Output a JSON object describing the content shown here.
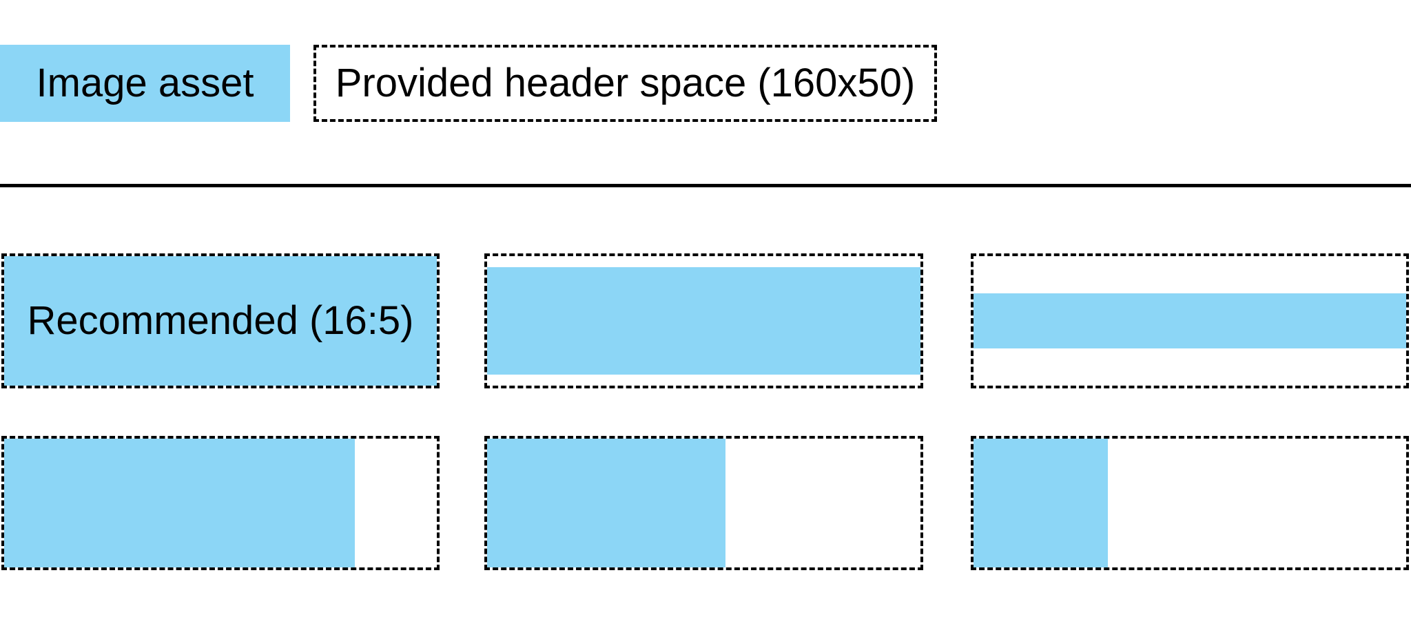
{
  "colors": {
    "asset_blue": "#8CD6F6",
    "border_black": "#000000",
    "background": "#ffffff"
  },
  "legend": {
    "image_asset_label": "Image asset",
    "header_space_label": "Provided header space (160x50)"
  },
  "grid": {
    "cells": [
      {
        "id": "recommended-16-5",
        "label": "Recommended (16:5)",
        "fill": {
          "width_pct": 100,
          "height_pct": 100,
          "align": "center"
        }
      },
      {
        "id": "wide-image-fit-width",
        "label": "",
        "fill": {
          "width_pct": 100,
          "height_pct": 83,
          "align": "center"
        }
      },
      {
        "id": "very-wide-image-fit-width",
        "label": "",
        "fill": {
          "width_pct": 100,
          "height_pct": 43,
          "align": "center"
        }
      },
      {
        "id": "tall-image-fit-height",
        "label": "",
        "fill": {
          "width_pct": 81,
          "height_pct": 100,
          "align": "left"
        }
      },
      {
        "id": "taller-image-fit-height",
        "label": "",
        "fill": {
          "width_pct": 55,
          "height_pct": 100,
          "align": "left"
        }
      },
      {
        "id": "very-tall-image-fit-height",
        "label": "",
        "fill": {
          "width_pct": 31,
          "height_pct": 100,
          "align": "left"
        }
      }
    ]
  }
}
